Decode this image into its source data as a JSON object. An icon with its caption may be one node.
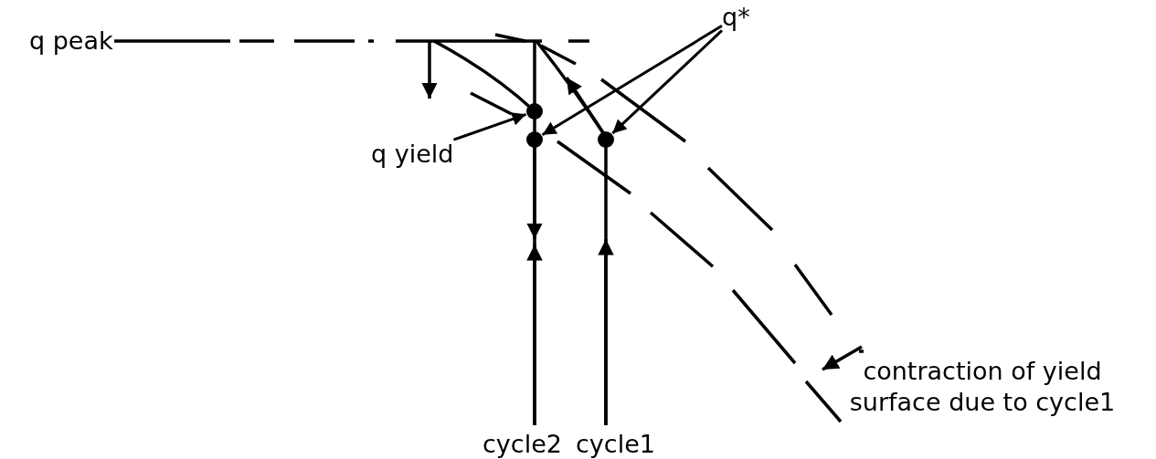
{
  "diagram": {
    "nodes": [
      {
        "text": [
          "q*"
        ]
      },
      {
        "text": [],
        "shape": "circle"
      },
      {
        "text": [],
        "shape": "circle"
      },
      {
        "text": [],
        "shape": "circle"
      },
      {
        "text": [
          "q yield"
        ]
      }
    ],
    "edges": [
      {
        "from": 0,
        "to": 2,
        "arrow": "to"
      },
      {
        "from": 0,
        "to": 3,
        "arrow": "to"
      },
      {
        "from": 4,
        "to": 1,
        "arrow": "to"
      }
    ],
    "labels": [
      "q peak",
      "cycle2",
      "cycle1",
      "contraction of yield surface due to cycle1"
    ]
  }
}
